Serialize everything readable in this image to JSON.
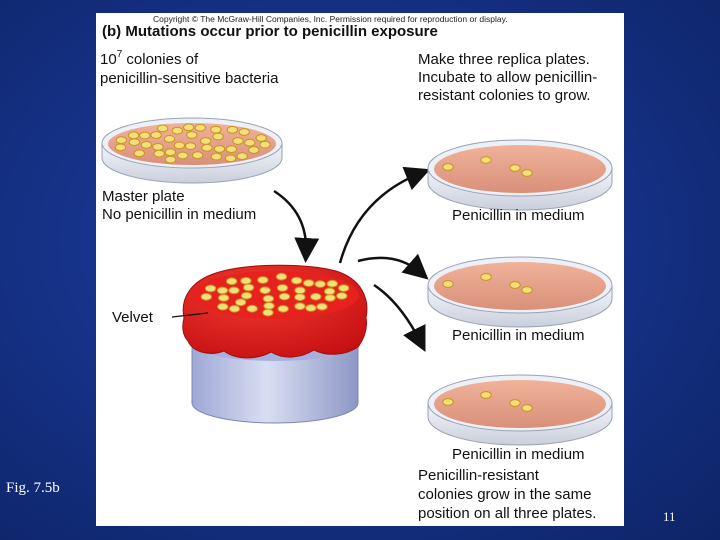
{
  "copyright": "Copyright © The McGraw-Hill Companies, Inc. Permission required for reproduction or display.",
  "figure_title": "(b)  Mutations occur prior to penicillin exposure",
  "colonies_label": {
    "line1_base": "10",
    "line1_exp": "7",
    "line1_rest": " colonies of",
    "line2": "penicillin-sensitive bacteria"
  },
  "replica_label": [
    "Make three replica plates.",
    "Incubate to allow penicillin-",
    "resistant colonies to grow."
  ],
  "master_plate_label": [
    "Master plate",
    "No penicillin in medium"
  ],
  "velvet_label": "Velvet",
  "plate_labels": [
    "Penicillin in medium",
    "Penicillin in medium",
    "Penicillin in medium"
  ],
  "resistant_label": [
    "Penicillin-resistant",
    "colonies grow in the same",
    "position on all three plates."
  ],
  "slide_caption": "Fig. 7.5b",
  "page_number": "11",
  "colors": {
    "background": "#16338a",
    "agar": "#e9a48b",
    "colony_fill": "#f3de7a",
    "colony_edge": "#c7941d",
    "velvet": "#e11d1d",
    "cylinder": "#b7bfe3"
  }
}
